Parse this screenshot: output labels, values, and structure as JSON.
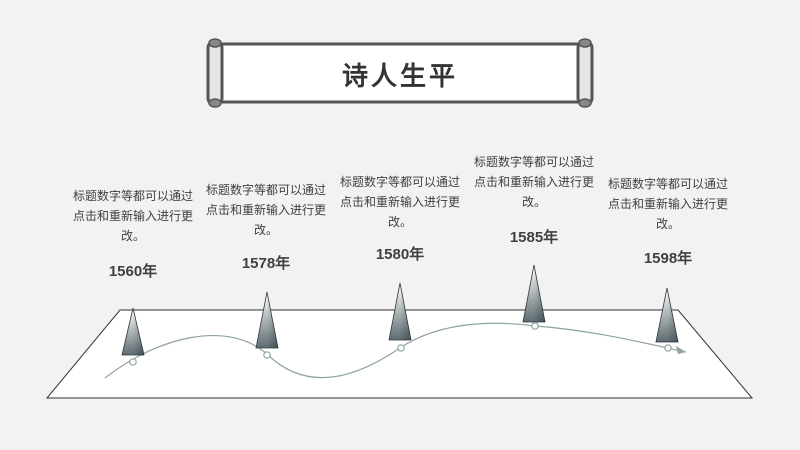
{
  "title": "诗人生平",
  "events": [
    {
      "year": "1560年",
      "description": "标题数字等都可以通过点击和重新输入进行更改。"
    },
    {
      "year": "1578年",
      "description": "标题数字等都可以通过点击和重新输入进行更改。"
    },
    {
      "year": "1580年",
      "description": "标题数字等都可以通过点击和重新输入进行更改。"
    },
    {
      "year": "1585年",
      "description": "标题数字等都可以通过点击和重新输入进行更改。"
    },
    {
      "year": "1598年",
      "description": "标题数字等都可以通过点击和重新输入进行更改。"
    }
  ],
  "colors": {
    "background": "#f2f2f2",
    "text": "#404040",
    "frame": "#555555",
    "curve": "#8fa3a0",
    "cone_light": "#ffffff",
    "cone_dark": "#5d6b70"
  }
}
